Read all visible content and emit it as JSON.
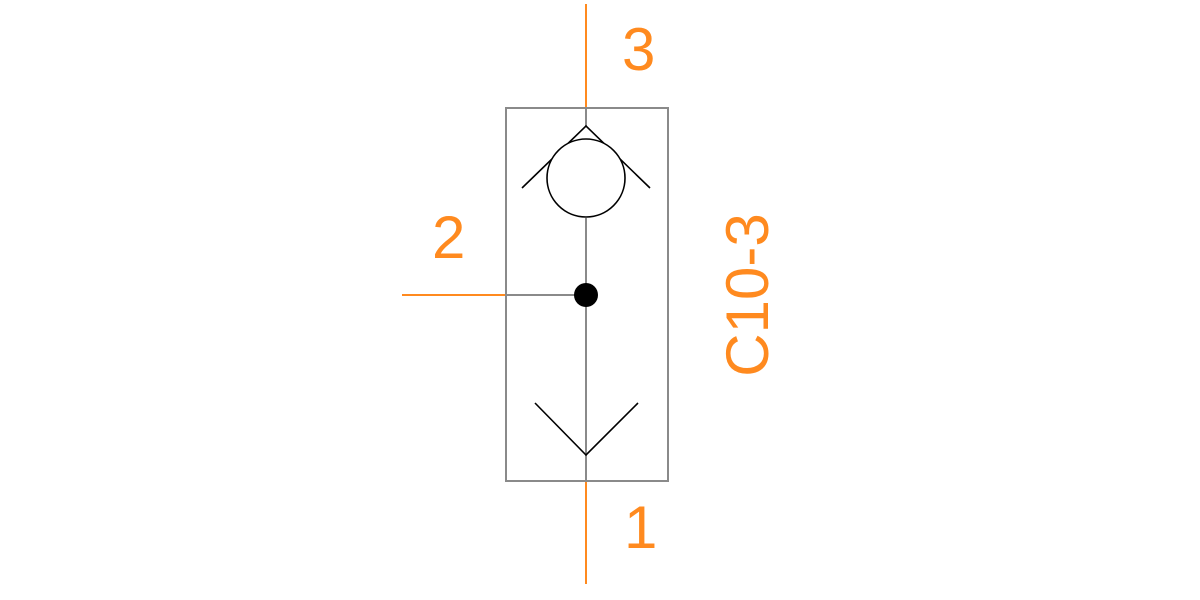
{
  "ports": {
    "port_3": "3",
    "port_2": "2",
    "port_1": "1"
  },
  "model_label": "C10-3",
  "colors": {
    "port_line": "#ff8a1f",
    "label": "#ff8a1f",
    "body": "#8a8a8a",
    "symbol": "#000000",
    "background": "#ffffff"
  }
}
